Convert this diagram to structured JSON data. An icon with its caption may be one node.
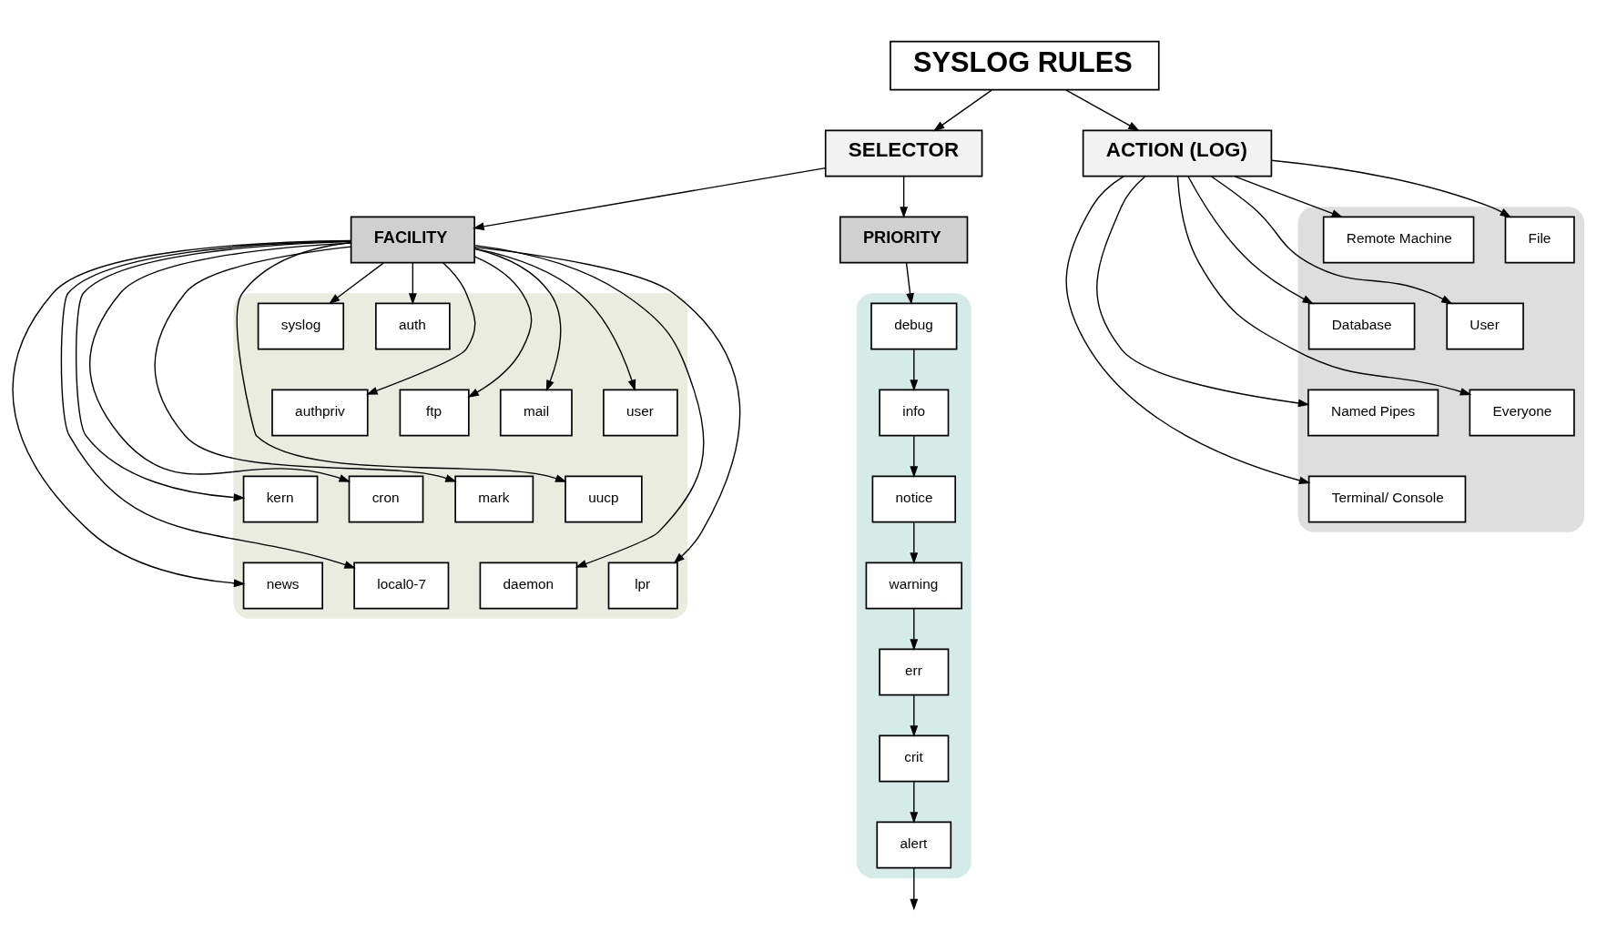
{
  "diagram": {
    "nodes": [
      {
        "text": [
          "SYSLOG RULES"
        ]
      },
      {
        "text": [
          "SELECTOR"
        ]
      },
      {
        "text": [
          "ACTION (LOG)"
        ]
      },
      {
        "text": [
          "FACILITY"
        ]
      },
      {
        "text": [
          "PRIORITY"
        ]
      },
      {
        "text": [],
        "shape": "band"
      },
      {
        "text": [
          "auth"
        ],
        "in": 5
      },
      {
        "text": [
          "authpriv"
        ],
        "in": 5
      },
      {
        "text": [
          "cron"
        ],
        "in": 5
      },
      {
        "text": [
          "daemon"
        ],
        "in": 5
      },
      {
        "text": [
          "ftp"
        ],
        "in": 5
      },
      {
        "text": [
          "kern"
        ],
        "in": 5
      },
      {
        "text": [
          "lpr"
        ],
        "in": 5
      },
      {
        "text": [
          "mail"
        ],
        "in": 5
      },
      {
        "text": [
          "mark"
        ],
        "in": 5
      },
      {
        "text": [
          "news"
        ],
        "in": 5
      },
      {
        "text": [
          "syslog"
        ],
        "in": 5
      },
      {
        "text": [
          "user"
        ],
        "in": 5
      },
      {
        "text": [
          "uucp"
        ],
        "in": 5
      },
      {
        "text": [
          "local0-7"
        ],
        "in": 5
      },
      {
        "text": [],
        "shape": "band"
      },
      {
        "text": [
          "debug"
        ],
        "in": 20
      },
      {
        "text": [
          "info"
        ],
        "in": 20
      },
      {
        "text": [
          "notice"
        ],
        "in": 20
      },
      {
        "text": [
          "warning"
        ],
        "in": 20
      },
      {
        "text": [
          "err"
        ],
        "in": 20
      },
      {
        "text": [
          "crit"
        ],
        "in": 20
      },
      {
        "text": [
          "alert"
        ],
        "in": 20
      },
      {
        "text": [],
        "shape": "band"
      },
      {
        "text": [
          "File"
        ],
        "in": 28
      },
      {
        "text": [
          "Database"
        ],
        "in": 28
      },
      {
        "text": [
          "Named Pipes"
        ],
        "in": 28
      },
      {
        "text": [
          "Terminal/ Console"
        ],
        "in": 28
      },
      {
        "text": [
          "Remote Machine"
        ],
        "in": 28
      },
      {
        "text": [
          "User"
        ],
        "in": 28
      },
      {
        "text": [
          "Everyone"
        ],
        "in": 28
      }
    ],
    "edges": [
      {
        "from": 0,
        "to": 1,
        "arrow": "to"
      },
      {
        "from": 0,
        "to": 2,
        "arrow": "to"
      },
      {
        "from": 1,
        "to": 3,
        "arrow": "to"
      },
      {
        "from": 1,
        "to": 4,
        "arrow": "to"
      },
      {
        "from": 3,
        "to": 6,
        "arrow": "to"
      },
      {
        "from": 3,
        "to": 7,
        "arrow": "to"
      },
      {
        "from": 3,
        "to": 8,
        "arrow": "to"
      },
      {
        "from": 3,
        "to": 9,
        "arrow": "to"
      },
      {
        "from": 3,
        "to": 10,
        "arrow": "to"
      },
      {
        "from": 3,
        "to": 11,
        "arrow": "to"
      },
      {
        "from": 3,
        "to": 12,
        "arrow": "to"
      },
      {
        "from": 3,
        "to": 13,
        "arrow": "to"
      },
      {
        "from": 3,
        "to": 14,
        "arrow": "to"
      },
      {
        "from": 3,
        "to": 15,
        "arrow": "to"
      },
      {
        "from": 3,
        "to": 16,
        "arrow": "to"
      },
      {
        "from": 3,
        "to": 17,
        "arrow": "to"
      },
      {
        "from": 3,
        "to": 18,
        "arrow": "to"
      },
      {
        "from": 3,
        "to": 19,
        "arrow": "to"
      },
      {
        "from": 4,
        "to": 21,
        "arrow": "to"
      },
      {
        "from": 21,
        "to": 22,
        "arrow": "to"
      },
      {
        "from": 22,
        "to": 23,
        "arrow": "to"
      },
      {
        "from": 23,
        "to": 24,
        "arrow": "to"
      },
      {
        "from": 24,
        "to": 25,
        "arrow": "to"
      },
      {
        "from": 25,
        "to": 26,
        "arrow": "to"
      },
      {
        "from": 26,
        "to": 27,
        "arrow": "to"
      },
      {
        "from": 27,
        "to": null,
        "arrow": "to"
      },
      {
        "from": 2,
        "to": 29,
        "arrow": "to"
      },
      {
        "from": 2,
        "to": 30,
        "arrow": "to"
      },
      {
        "from": 2,
        "to": 31,
        "arrow": "to"
      },
      {
        "from": 2,
        "to": 32,
        "arrow": "to"
      },
      {
        "from": 2,
        "to": 33,
        "arrow": "to"
      },
      {
        "from": 2,
        "to": 34,
        "arrow": "to"
      },
      {
        "from": 2,
        "to": 35,
        "arrow": "to"
      }
    ]
  }
}
